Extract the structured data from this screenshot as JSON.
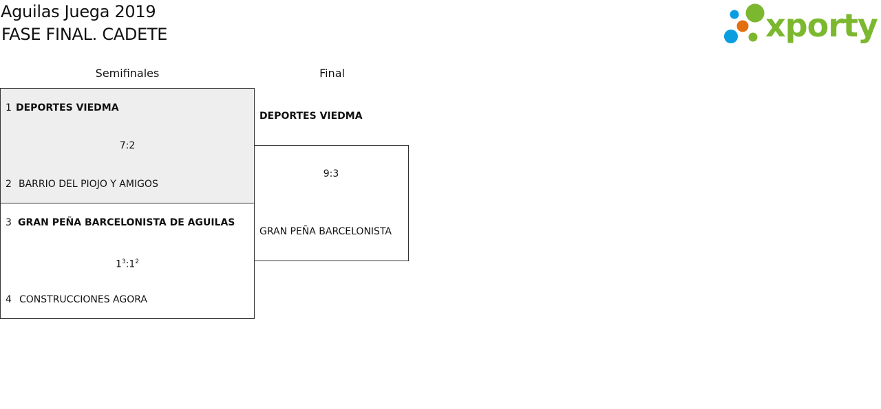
{
  "header": {
    "title": "Aguilas Juega 2019",
    "subtitle": "FASE FINAL. CADETE"
  },
  "logo": {
    "text": "xporty",
    "colors": {
      "green": "#7cb82f",
      "blue": "#0a9ee0",
      "orange": "#e36f0f"
    }
  },
  "rounds": [
    {
      "label": "Semifinales"
    },
    {
      "label": "Final"
    }
  ],
  "semifinals": [
    {
      "home": {
        "seed": "1",
        "name": "DEPORTES VIEDMA",
        "winner": true
      },
      "score": {
        "home": "7",
        "sep": ":",
        "away": "2",
        "home_sup": "",
        "away_sup": ""
      },
      "away": {
        "seed": "2",
        "name": "BARRIO DEL PIOJO Y AMIGOS",
        "winner": false
      }
    },
    {
      "home": {
        "seed": "3",
        "name": "GRAN PEÑA BARCELONISTA DE AGUILAS",
        "winner": true
      },
      "score": {
        "home": "1",
        "sep": ":",
        "away": "1",
        "home_sup": "3",
        "away_sup": "2"
      },
      "away": {
        "seed": "4",
        "name": "CONSTRUCCIONES AGORA",
        "winner": false
      }
    }
  ],
  "final": {
    "home": {
      "name": "DEPORTES VIEDMA",
      "winner": true
    },
    "score": "9:3",
    "away": {
      "name": "GRAN PEÑA BARCELONISTA",
      "winner": false
    }
  },
  "colors": {
    "shaded_bg": "#eeeeee",
    "border": "#333333",
    "text": "#111111"
  }
}
